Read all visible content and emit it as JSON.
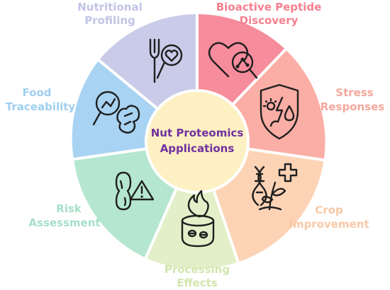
{
  "center": {
    "line1": "Nut Proteomics",
    "line2": "Applications",
    "color": "#7030a0",
    "fill": "#fdf0c2"
  },
  "segments": [
    {
      "key": "nutritional",
      "label_lines": [
        "Nutritional",
        "Profiling"
      ],
      "fill": "#c9cbe8",
      "text_color": "#c2c4e6",
      "icon": "fork-magnifier-heart-icon"
    },
    {
      "key": "bioactive",
      "label_lines": [
        "Bioactive Peptide",
        "Discovery"
      ],
      "fill": "#f78c9c",
      "text_color": "#f5808f",
      "icon": "heart-magnifier-molecule-icon"
    },
    {
      "key": "stress",
      "label_lines": [
        "Stress",
        "Responses"
      ],
      "fill": "#fbaea5",
      "text_color": "#f5a79c",
      "icon": "shield-sun-drop-icon"
    },
    {
      "key": "crop",
      "label_lines": [
        "Crop",
        "Improvement"
      ],
      "fill": "#fdd3b6",
      "text_color": "#f9c8a6",
      "icon": "dna-plant-plus-icon"
    },
    {
      "key": "processing",
      "label_lines": [
        "Processing",
        "Effects"
      ],
      "fill": "#e3efc8",
      "text_color": "#d2e6ae",
      "icon": "flame-pot-icon"
    },
    {
      "key": "risk",
      "label_lines": [
        "Risk",
        "Assessment"
      ],
      "fill": "#b4e6d0",
      "text_color": "#a6e0c7",
      "icon": "peanut-warning-icon"
    },
    {
      "key": "food",
      "label_lines": [
        "Food",
        "Traceability"
      ],
      "fill": "#a8d3f2",
      "text_color": "#9fcff0",
      "icon": "magnifier-peanut-icon"
    }
  ]
}
